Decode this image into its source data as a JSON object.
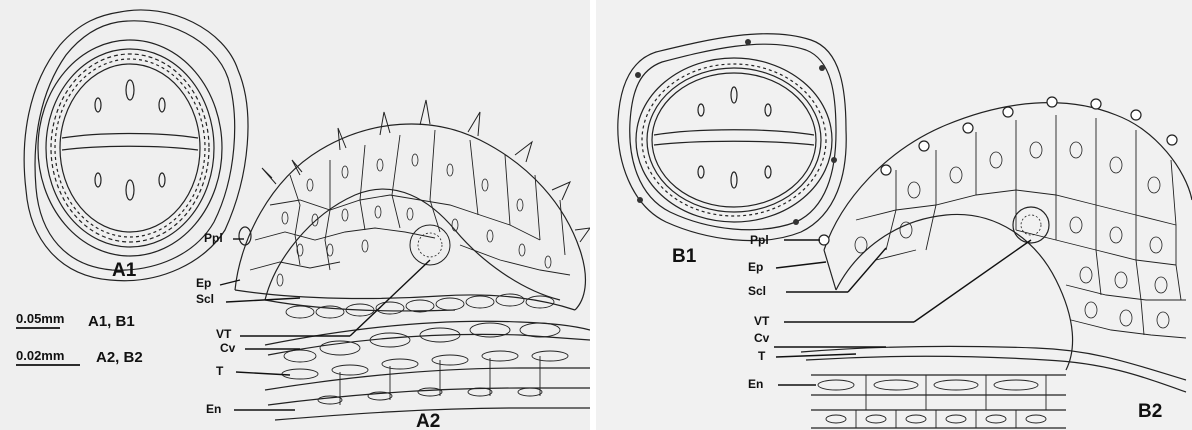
{
  "panel_a": {
    "figure_label_1": "A1",
    "figure_label_2": "A2",
    "labels": {
      "ppl": "Ppl",
      "ep": "Ep",
      "scl": "Scl",
      "vt": "VT",
      "cv": "Cv",
      "t": "T",
      "en": "En"
    },
    "scale_bars": [
      {
        "value": "0.05mm",
        "applies_to": "A1, B1"
      },
      {
        "value": "0.02mm",
        "applies_to": "A2, B2"
      }
    ]
  },
  "panel_b": {
    "figure_label_1": "B1",
    "figure_label_2": "B2",
    "labels": {
      "ppl": "Ppl",
      "ep": "Ep",
      "scl": "Scl",
      "vt": "VT",
      "cv": "Cv",
      "t": "T",
      "en": "En"
    }
  }
}
